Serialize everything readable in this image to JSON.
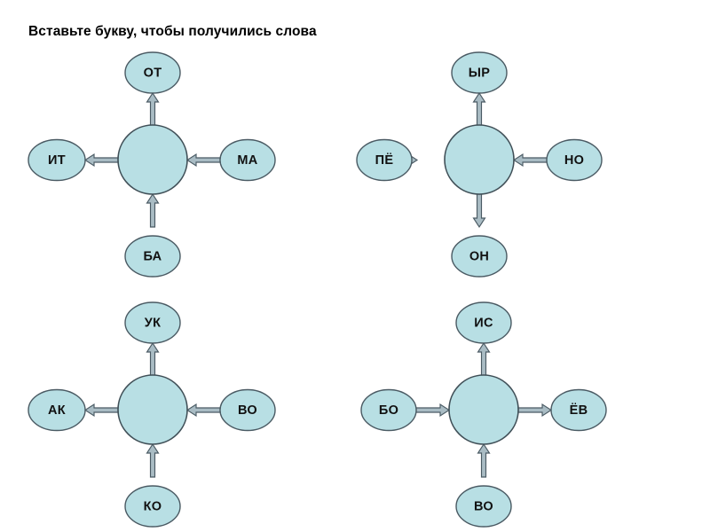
{
  "title": "Вставьте букву, чтобы получились слова",
  "colors": {
    "node_fill": "#b8dfe4",
    "node_stroke": "#4a5a63",
    "arrow_fill": "#a9bcc4",
    "arrow_stroke": "#4a5a63",
    "text": "#111111",
    "background": "#ffffff"
  },
  "diagrams": [
    {
      "id": "diagram-1",
      "hub_label": "",
      "nodes": {
        "top": {
          "label": "ОТ",
          "direction": "from-hub"
        },
        "left": {
          "label": "ИТ",
          "direction": "from-hub"
        },
        "right": {
          "label": "МА",
          "direction": "to-hub"
        },
        "bottom": {
          "label": "БА",
          "direction": "to-hub"
        }
      }
    },
    {
      "id": "diagram-2",
      "hub_label": "",
      "nodes": {
        "top": {
          "label": "ЫР",
          "direction": "from-hub"
        },
        "left": {
          "label": "ПЁ",
          "direction": "to-hub"
        },
        "right": {
          "label": "НО",
          "direction": "to-hub"
        },
        "bottom": {
          "label": "ОН",
          "direction": "from-hub"
        }
      }
    },
    {
      "id": "diagram-3",
      "hub_label": "",
      "nodes": {
        "top": {
          "label": "УК",
          "direction": "from-hub"
        },
        "left": {
          "label": "АК",
          "direction": "from-hub"
        },
        "right": {
          "label": "ВО",
          "direction": "to-hub"
        },
        "bottom": {
          "label": "КО",
          "direction": "to-hub"
        }
      }
    },
    {
      "id": "diagram-4",
      "hub_label": "",
      "nodes": {
        "top": {
          "label": "ИС",
          "direction": "from-hub"
        },
        "left": {
          "label": "БО",
          "direction": "to-hub"
        },
        "right": {
          "label": "ЁВ",
          "direction": "from-hub"
        },
        "bottom": {
          "label": "ВО",
          "direction": "to-hub"
        }
      }
    }
  ]
}
